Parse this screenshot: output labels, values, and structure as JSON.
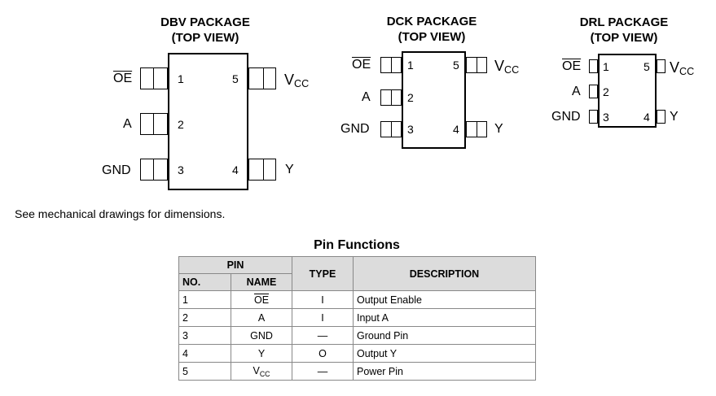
{
  "packages": {
    "dbv": {
      "title": "DBV PACKAGE",
      "subtitle": "(TOP VIEW)",
      "pins": [
        {
          "num": "1",
          "name": "OE"
        },
        {
          "num": "2",
          "name": "A"
        },
        {
          "num": "3",
          "name": "GND"
        },
        {
          "num": "4",
          "name": "Y"
        },
        {
          "num": "5",
          "name": "V",
          "name_sub": "CC"
        }
      ]
    },
    "dck": {
      "title": "DCK PACKAGE",
      "subtitle": "(TOP VIEW)",
      "pins": [
        {
          "num": "1",
          "name": "OE"
        },
        {
          "num": "2",
          "name": "A"
        },
        {
          "num": "3",
          "name": "GND"
        },
        {
          "num": "4",
          "name": "Y"
        },
        {
          "num": "5",
          "name": "V",
          "name_sub": "CC"
        }
      ]
    },
    "drl": {
      "title": "DRL PACKAGE",
      "subtitle": "(TOP VIEW)",
      "pins": [
        {
          "num": "1",
          "name": "OE"
        },
        {
          "num": "2",
          "name": "A"
        },
        {
          "num": "3",
          "name": "GND"
        },
        {
          "num": "4",
          "name": "Y"
        },
        {
          "num": "5",
          "name": "V",
          "name_sub": "CC"
        }
      ]
    }
  },
  "note": "See mechanical drawings for dimensions.",
  "table": {
    "title": "Pin Functions",
    "headers": {
      "pin": "PIN",
      "no": "NO.",
      "name": "NAME",
      "type": "TYPE",
      "description": "DESCRIPTION"
    },
    "rows": [
      {
        "no": "1",
        "name": "OE",
        "type": "I",
        "description": "Output Enable"
      },
      {
        "no": "2",
        "name": "A",
        "type": "I",
        "description": "Input A"
      },
      {
        "no": "3",
        "name": "GND",
        "type": "—",
        "description": "Ground Pin"
      },
      {
        "no": "4",
        "name": "Y",
        "type": "O",
        "description": "Output Y"
      },
      {
        "no": "5",
        "name": "V",
        "name_sub": "CC",
        "type": "—",
        "description": "Power Pin"
      }
    ]
  }
}
